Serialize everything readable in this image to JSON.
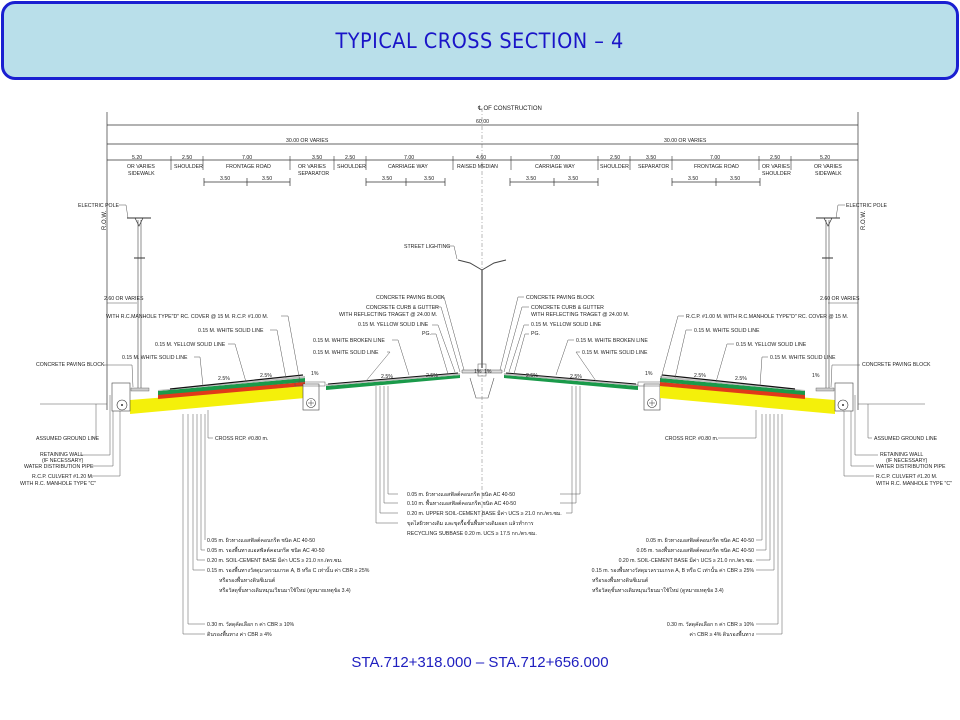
{
  "header": {
    "title": "TYPICAL CROSS SECTION – 4"
  },
  "footer": {
    "station_range": "STA.712+318.000 – STA.712+656.000"
  },
  "drawing": {
    "centerline_label": "℄ OF CONSTRUCTION",
    "total_width": "60.00",
    "half_width_left": "30.00 OR VARIES",
    "half_width_right": "30.00 OR VARIES",
    "segments_left": [
      {
        "dim": "5.20",
        "label": "OR VARIES",
        "label2": "SIDEWALK"
      },
      {
        "dim": "2.50",
        "label": "SHOULDER"
      },
      {
        "dim": "7.00",
        "label": "FRONTAGE ROAD",
        "sub": [
          "3.50",
          "3.50"
        ]
      },
      {
        "dim": "3.50",
        "label": "OR VARIES",
        "label2": "SEPARATOR"
      },
      {
        "dim": "2.50",
        "label": "SHOULDER"
      },
      {
        "dim": "7.00",
        "label": "CARRIAGE WAY",
        "sub": [
          "3.50",
          "3.50"
        ]
      }
    ],
    "median": {
      "dim": "4.60",
      "label": "RAISED MEDIAN"
    },
    "segments_right": [
      {
        "dim": "7.00",
        "label": "CARRIAGE WAY",
        "sub": [
          "3.50",
          "3.50"
        ]
      },
      {
        "dim": "2.50",
        "label": "SHOULDER"
      },
      {
        "dim": "3.50",
        "label": "SEPARATOR"
      },
      {
        "dim": "7.00",
        "label": "FRONTAGE ROAD",
        "sub": [
          "3.50",
          "3.50"
        ]
      },
      {
        "dim": "2.50",
        "label": "OR VARIES",
        "label2": "SHOULDER"
      },
      {
        "dim": "5.20",
        "label": "OR VARIES",
        "label2": "SIDEWALK"
      }
    ],
    "row_label": "R.O.W.",
    "electric_pole": "ELECTRIC POLE",
    "pole_offset": "2.60 OR VARIES",
    "street_lighting": "STREET LIGHTING",
    "slopes": {
      "lane": "2.5%",
      "shoulder": "1%",
      "median": "1%",
      "median2": "1%"
    },
    "left_callouts": {
      "manhole": "WITH R.C.MANHOLE TYPE\"D\" RC. COVER @ 15 M. R.C.P. #1.00 M.",
      "white_solid_1": "0.15 M. WHITE SOLID LINE",
      "yellow_solid": "0.15 M. YELLOW SOLID LINE",
      "white_solid_2": "0.15 M. WHITE SOLID LINE",
      "paving_block": "CONCRETE PAVING BLOCK",
      "ground_line": "ASSUMED GROUND LINE",
      "retaining_wall": "RETAINING   WALL",
      "retaining_wall2": "(IF NECESSARY)",
      "water_pipe": "WATER DISTRIBUTION PIPE",
      "culvert": "R.C.P. CULVERT #1.20 M.",
      "culvert2": "WITH R.C. MANHOLE TYPE \"C\"",
      "cross_rcp": "CROSS RCP. #0.80 m."
    },
    "right_callouts": {
      "manhole": "R.C.P. #1.00 M. WITH R.C.MANHOLE TYPE\"D\" RC. COVER @ 15 M.",
      "white_solid_1": "0.15 M. WHITE SOLID LINE",
      "yellow_solid": "0.15 M. YELLOW SOLID LINE",
      "white_solid_2": "0.15 M. WHITE SOLID LINE",
      "paving_block": "CONCRETE PAVING BLOCK",
      "ground_line": "ASSUMED GROUND LINE",
      "retaining_wall": "RETAINING   WALL",
      "retaining_wall2": "(IF NECESSARY)",
      "water_pipe": "WATER DISTRIBUTION PIPE",
      "culvert": "R.C.P. CULVERT #1.20 M.",
      "culvert2": "WITH R.C. MANHOLE TYPE \"C\"",
      "cross_rcp": "CROSS RCP. #0.80 m."
    },
    "median_callouts_left": {
      "paving_block": "CONCRETE PAVING BLOCK",
      "curb": "CONCRETE CURB & GUTTER",
      "curb2": "WITH REFLECTING TRAGET @ 24.00 M.",
      "yellow": "0.15 M. YELLOW SOLID LINE",
      "pg": "PG.",
      "white_broken": "0.15 M. WHITE BROKEN LINE",
      "white_solid": "0.15 M. WHITE SOLID LINE"
    },
    "median_callouts_right": {
      "paving_block": "CONCRETE PAVING BLOCK",
      "curb": "CONCRETE CURB & GUTTER",
      "curb2": "WITH REFLECTING TRAGET @ 24.00 M.",
      "yellow": "0.15 M. YELLOW SOLID LINE",
      "pg": "PG.",
      "white_broken": "0.15 M. WHITE BROKEN LINE",
      "white_solid": "0.15 M. WHITE SOLID LINE"
    },
    "main_layers": [
      "0.05 m. ผิวทางแอสฟัลต์คอนกรีต ชนิด AC 40-50",
      "0.10 m. พื้นทางแอสฟัลต์คอนกรีต ชนิด AC 40-50",
      "0.20 m. UPPER SOIL-CEMENT BASE มีค่า UCS ≥ 21.0 กก./ตร.ซม.",
      "ขุดไสผิวทางเดิม และขุดรื้อชั้นพื้นทางเดิมออก แล้วทำการ",
      "RECYCLING SUBBASE 0.20 m. UCS ≥ 17.5 กก./ตร.ซม."
    ],
    "frontage_layers_left": [
      "0.05 m. ผิวทางแอสฟัลต์คอนกรีต ชนิด AC 40-50",
      "0.05 m. รองพื้นทางแอสฟัลต์คอนกรีต ชนิด AC 40-50",
      "0.20 m. SOIL-CEMENT BASE มีค่า UCS ≥ 21.0 กก./ตร.ซม.",
      "0.15 m. รองพื้นทางวัสดุมวลรวมเกรด A, B หรือ C เท่านั้น ค่า CBR ≥ 25%",
      "หรือรองพื้นทางดินซีเมนต์",
      "หรือวัสดุชั้นทางเดิมหมุนเวียนมาใช้ใหม่ (ดูหมายเหตุข้อ 3.4)",
      "0.30 m. วัสดุคัดเลือก ก ค่า CBR ≥ 10%",
      "ดินรองพื้นทาง ค่า CBR ≥ 4%"
    ],
    "frontage_layers_right": [
      "0.05 m. ผิวทางแอสฟัลต์คอนกรีต ชนิด AC 40-50",
      "0.05 m. รองพื้นทางแอสฟัลต์คอนกรีต ชนิด AC 40-50",
      "0.20 m. SOIL-CEMENT BASE มีค่า UCS ≥ 21.0 กก./ตร.ซม.",
      "0.15 m. รองพื้นทางวัสดุมวลรวมเกรด A, B หรือ C เท่านั้น ค่า CBR ≥ 25%",
      "หรือรองพื้นทางดินซีเมนต์",
      "หรือวัสดุชั้นทางเดิมหมุนเวียนมาใช้ใหม่ (ดูหมายเหตุข้อ 3.4)",
      "0.30 m. วัสดุคัดเลือก ก ค่า CBR ≥ 10%",
      "ค่า CBR ≥ 4% ดินรองพื้นทาง"
    ],
    "colors": {
      "green": "#1a9a4a",
      "red": "#e03a1a",
      "yellow": "#f4f00a",
      "grey": "#bdbdbd"
    }
  }
}
